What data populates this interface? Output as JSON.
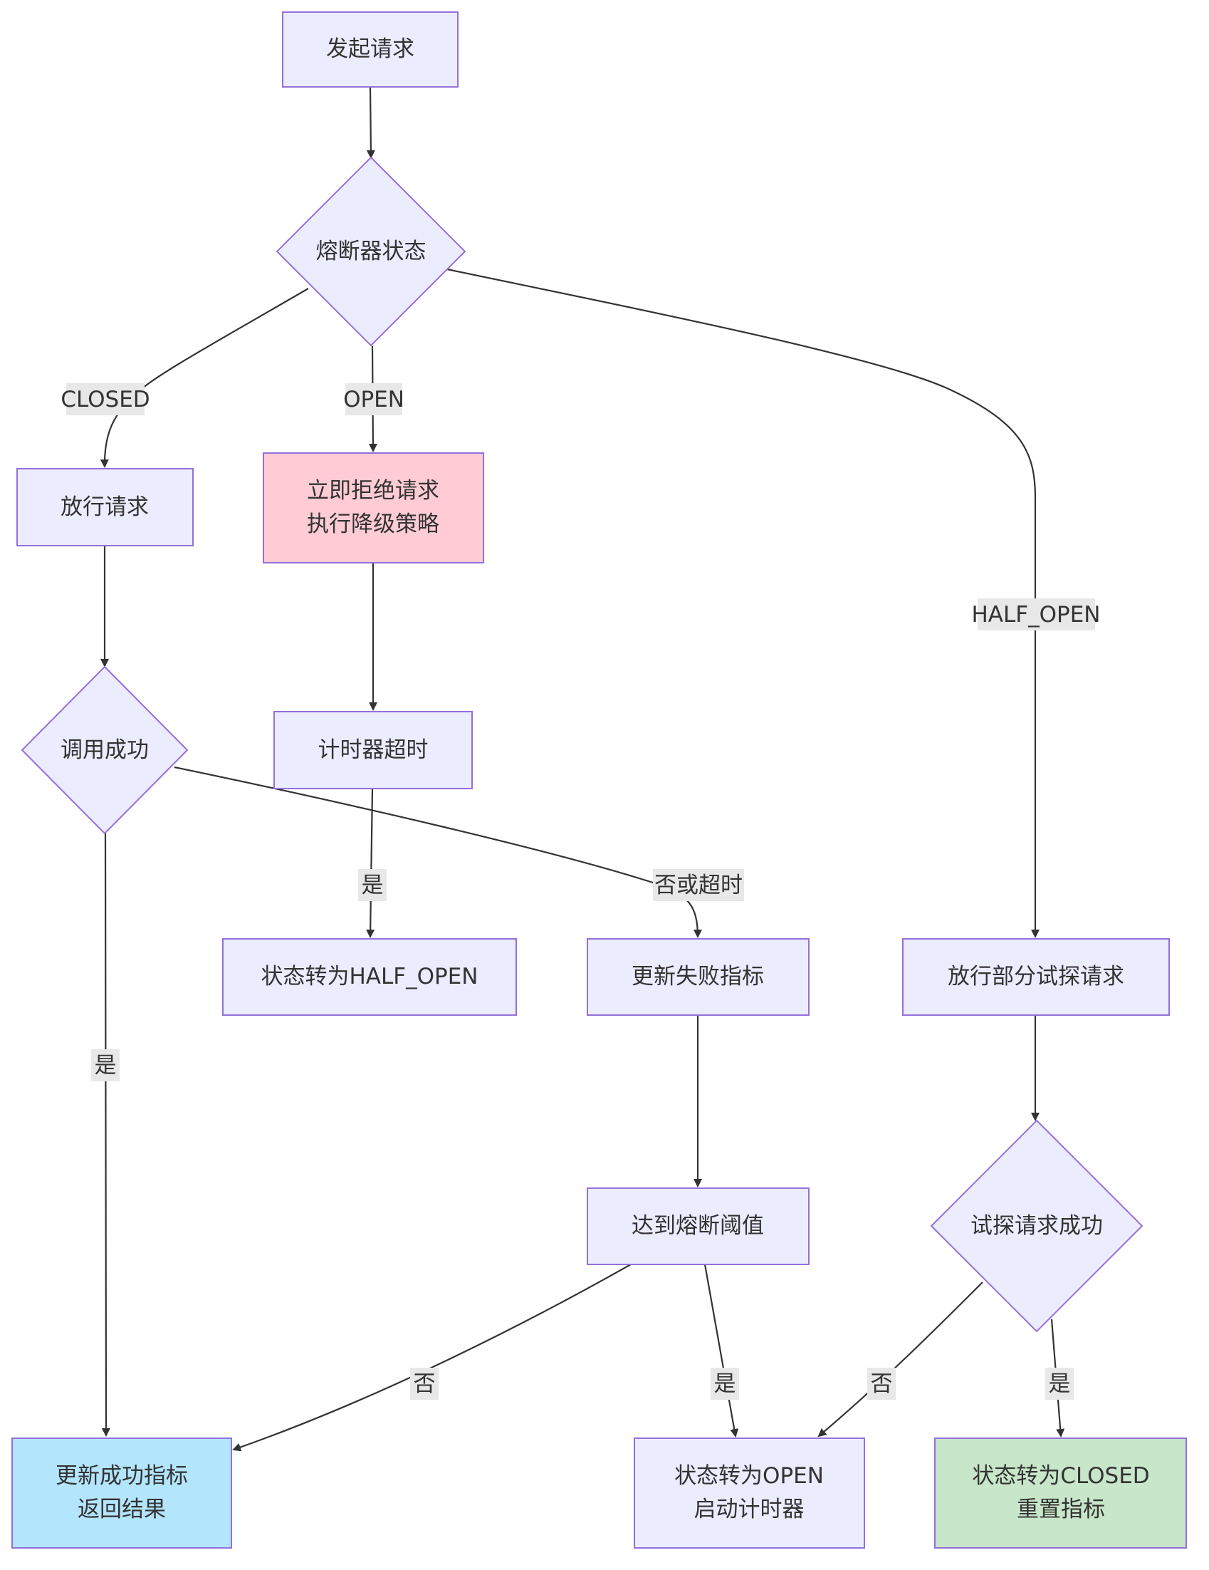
{
  "colors": {
    "node_fill": "#ECECFF",
    "node_stroke": "#9370DB",
    "reject_fill": "#FFCCD5",
    "reject_stroke": "#9370DB",
    "success_fill": "#B3E5FC",
    "success_stroke": "#9370DB",
    "closed_fill": "#C8E6C9",
    "closed_stroke": "#9370DB",
    "edge": "#333333",
    "label_bg": "#E8E8E8"
  },
  "nodes": {
    "start": {
      "lines": [
        "发起请求"
      ]
    },
    "state": {
      "lines": [
        "熔断器状态"
      ]
    },
    "allow": {
      "lines": [
        "放行请求"
      ]
    },
    "reject": {
      "lines": [
        "立即拒绝请求",
        "执行降级策略"
      ]
    },
    "call_ok": {
      "lines": [
        "调用成功"
      ]
    },
    "timer": {
      "lines": [
        "计时器超时"
      ]
    },
    "to_half": {
      "lines": [
        "状态转为HALF_OPEN"
      ]
    },
    "update_fail": {
      "lines": [
        "更新失败指标"
      ]
    },
    "probe": {
      "lines": [
        "放行部分试探请求"
      ]
    },
    "threshold": {
      "lines": [
        "达到熔断阈值"
      ]
    },
    "probe_ok": {
      "lines": [
        "试探请求成功"
      ]
    },
    "success": {
      "lines": [
        "更新成功指标",
        "返回结果"
      ]
    },
    "to_open": {
      "lines": [
        "状态转为OPEN",
        "启动计时器"
      ]
    },
    "to_closed": {
      "lines": [
        "状态转为CLOSED",
        "重置指标"
      ]
    }
  },
  "edge_labels": {
    "closed": "CLOSED",
    "open": "OPEN",
    "half_open": "HALF_OPEN",
    "timer_yes": "是",
    "fail_or_timeout": "否或超时",
    "call_yes": "是",
    "threshold_no": "否",
    "threshold_yes": "是",
    "probe_no": "否",
    "probe_yes": "是"
  }
}
